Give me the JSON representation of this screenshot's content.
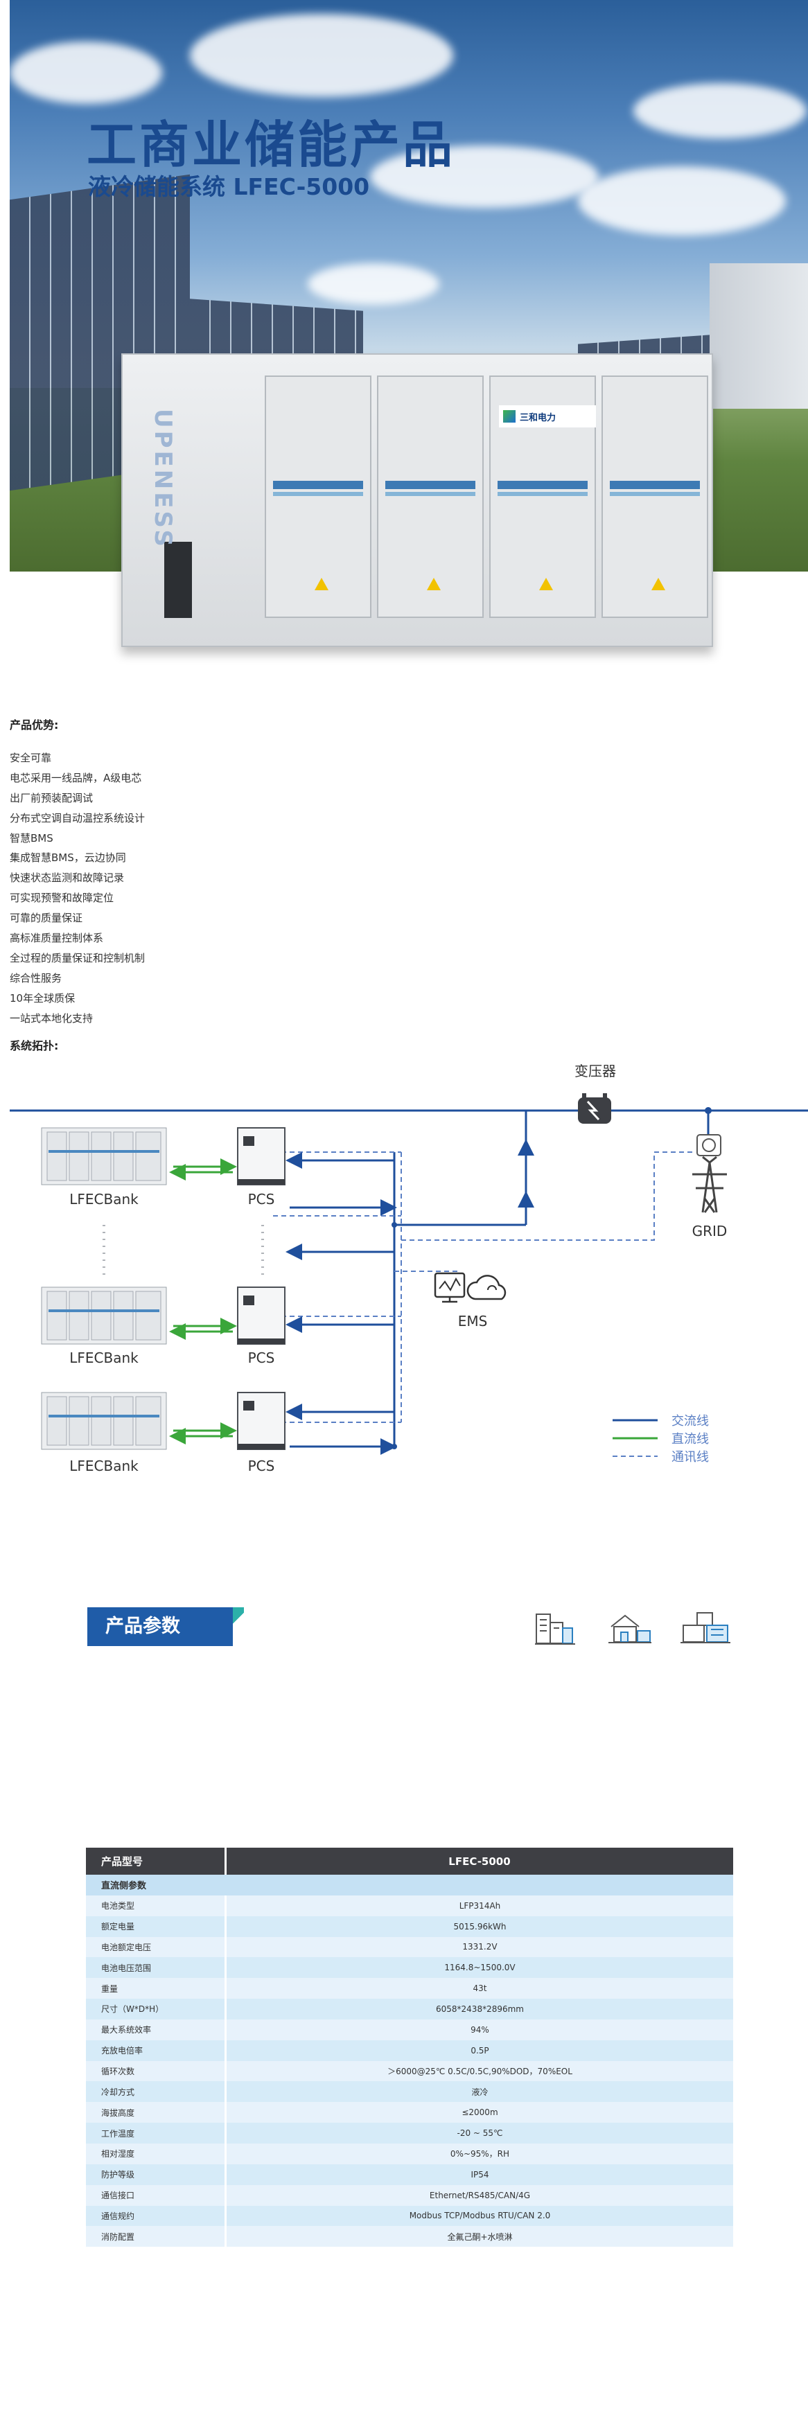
{
  "hero": {
    "title": "工商业储能产品",
    "subtitle": "液冷储能系统 LFEC-5000",
    "logo_text": "三和电力",
    "side_brand": "UPENESS"
  },
  "advantages": {
    "heading": "产品优势:",
    "items": [
      "安全可靠",
      "电芯采用一线品牌，A级电芯",
      "出厂前预装配调试",
      "分布式空调自动温控系统设计",
      "智慧BMS",
      "集成智慧BMS，云边协同",
      "快速状态监测和故障记录",
      "可实现预警和故障定位",
      "可靠的质量保证",
      "高标准质量控制体系",
      "全过程的质量保证和控制机制",
      "综合性服务",
      "10年全球质保",
      "一站式本地化支持"
    ]
  },
  "topology": {
    "heading": "系统拓扑:",
    "transformer": "变压器",
    "grid": "GRID",
    "ems": "EMS",
    "bank_label": "LFECBank",
    "pcs_label": "PCS",
    "legend": [
      "交流线",
      "直流线",
      "通讯线"
    ],
    "colors": {
      "ac": "#1f4f9c",
      "dc": "#3aa63a",
      "comm": "#5a7fc4"
    }
  },
  "params": {
    "banner": "产品参数",
    "icons": [
      "building-icon",
      "house-icon",
      "factory-icon"
    ]
  },
  "spec_table": {
    "header": [
      "产品型号",
      "LFEC-5000"
    ],
    "group": "直流侧参数",
    "rows": [
      [
        "电池类型",
        "LFP314Ah"
      ],
      [
        "额定电量",
        "5015.96kWh"
      ],
      [
        "电池额定电压",
        "1331.2V"
      ],
      [
        "电池电压范围",
        "1164.8~1500.0V"
      ],
      [
        "重量",
        "43t"
      ],
      [
        "尺寸（W*D*H）",
        "6058*2438*2896mm"
      ],
      [
        "最大系统效率",
        "94%"
      ],
      [
        "充放电倍率",
        "0.5P"
      ],
      [
        "循环次数",
        "＞6000@25℃ 0.5C/0.5C,90%DOD，70%EOL"
      ],
      [
        "冷却方式",
        "液冷"
      ],
      [
        "海拔高度",
        "≤2000m"
      ],
      [
        "工作温度",
        "-20 ~ 55℃"
      ],
      [
        "相对湿度",
        "0%~95%，RH"
      ],
      [
        "防护等级",
        "IP54"
      ],
      [
        "通信接口",
        "Ethernet/RS485/CAN/4G"
      ],
      [
        "通信规约",
        "Modbus TCP/Modbus RTU/CAN 2.0"
      ],
      [
        "消防配置",
        "全氟己酮+水喷淋"
      ]
    ]
  }
}
